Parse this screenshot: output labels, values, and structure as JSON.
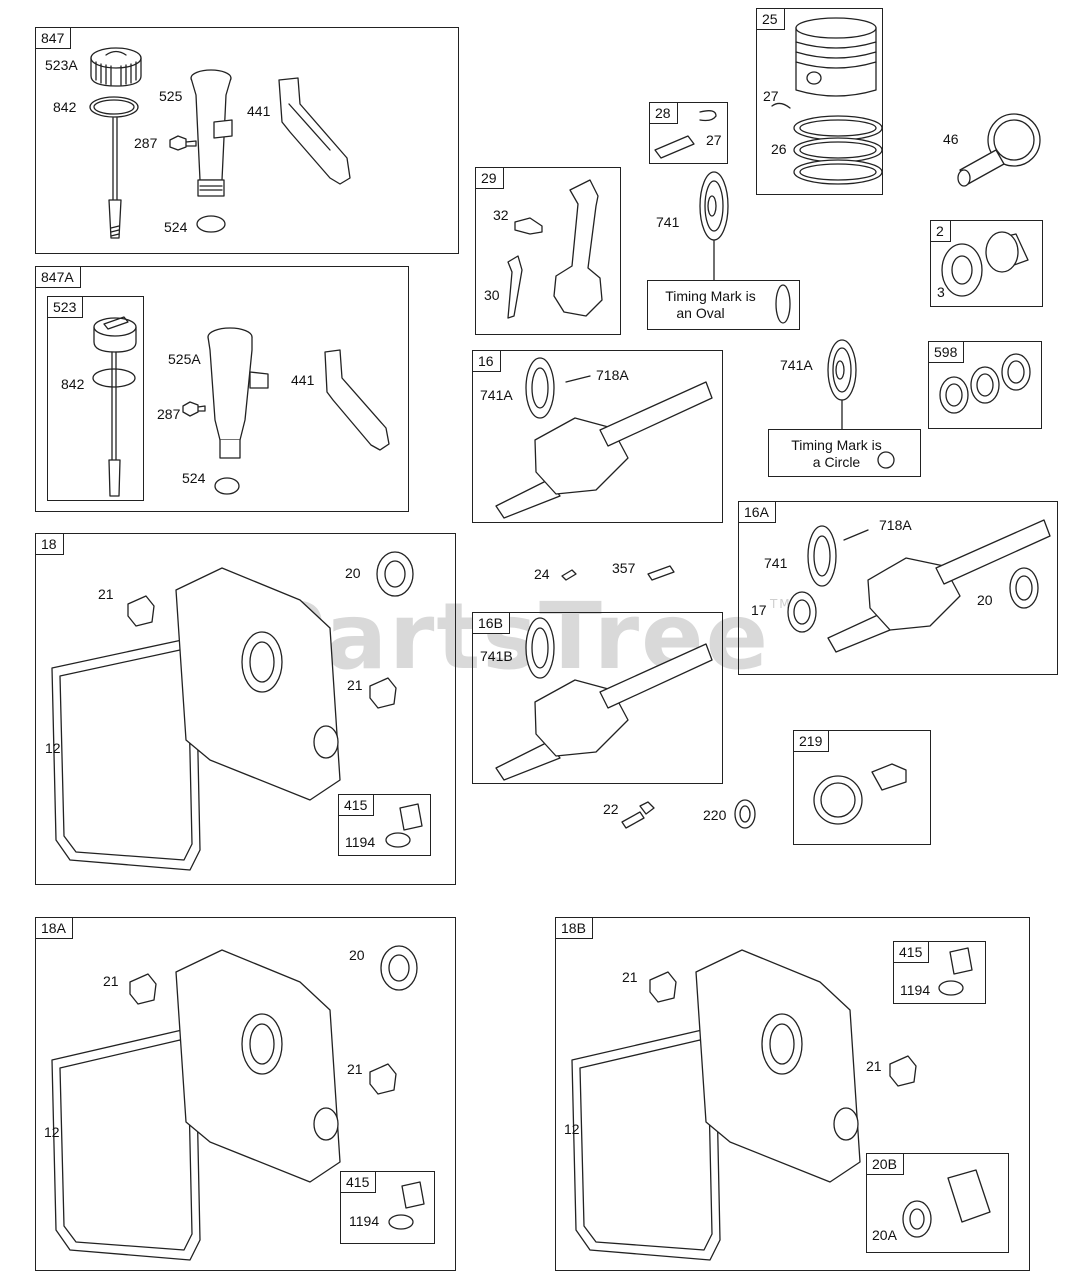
{
  "watermark": {
    "text": "PartsTree",
    "mark": "TM"
  },
  "groups": {
    "g847": {
      "id": "847",
      "labels": [
        "523A",
        "842",
        "525",
        "441",
        "287",
        "524"
      ]
    },
    "g847A": {
      "id": "847A",
      "sub": "523",
      "labels": [
        "842",
        "525A",
        "441",
        "287",
        "524"
      ]
    },
    "g29": {
      "id": "29",
      "labels": [
        "32",
        "30"
      ]
    },
    "g28": {
      "id": "28",
      "labels": [
        "27"
      ]
    },
    "g25": {
      "id": "25",
      "labels": [
        "27",
        "26"
      ]
    },
    "g16": {
      "id": "16",
      "labels": [
        "741A",
        "718A"
      ]
    },
    "g16A": {
      "id": "16A",
      "labels": [
        "741",
        "718A",
        "17",
        "20"
      ]
    },
    "g16B": {
      "id": "16B",
      "labels": [
        "741B"
      ]
    },
    "g2": {
      "id": "2",
      "labels": [
        "3"
      ]
    },
    "g598": {
      "id": "598"
    },
    "g219": {
      "id": "219"
    },
    "g18": {
      "id": "18",
      "labels": [
        "20",
        "21",
        "21",
        "12"
      ],
      "sub": {
        "id": "415",
        "label": "1194"
      }
    },
    "g18A": {
      "id": "18A",
      "labels": [
        "20",
        "21",
        "21",
        "12"
      ],
      "sub": {
        "id": "415",
        "label": "1194"
      }
    },
    "g18B": {
      "id": "18B",
      "labels": [
        "21",
        "21",
        "12"
      ],
      "sub": {
        "id": "415",
        "label": "1194"
      },
      "sub2": {
        "id": "20B",
        "label": "20A"
      }
    }
  },
  "loose_labels": {
    "p46": "46",
    "p741": "741",
    "p741A": "741A",
    "p24": "24",
    "p357": "357",
    "p22": "22",
    "p220": "220"
  },
  "notes": {
    "oval": {
      "line1": "Timing Mark is",
      "line2": "an Oval"
    },
    "circle": {
      "line1": "Timing Mark is",
      "line2": "a Circle"
    }
  }
}
